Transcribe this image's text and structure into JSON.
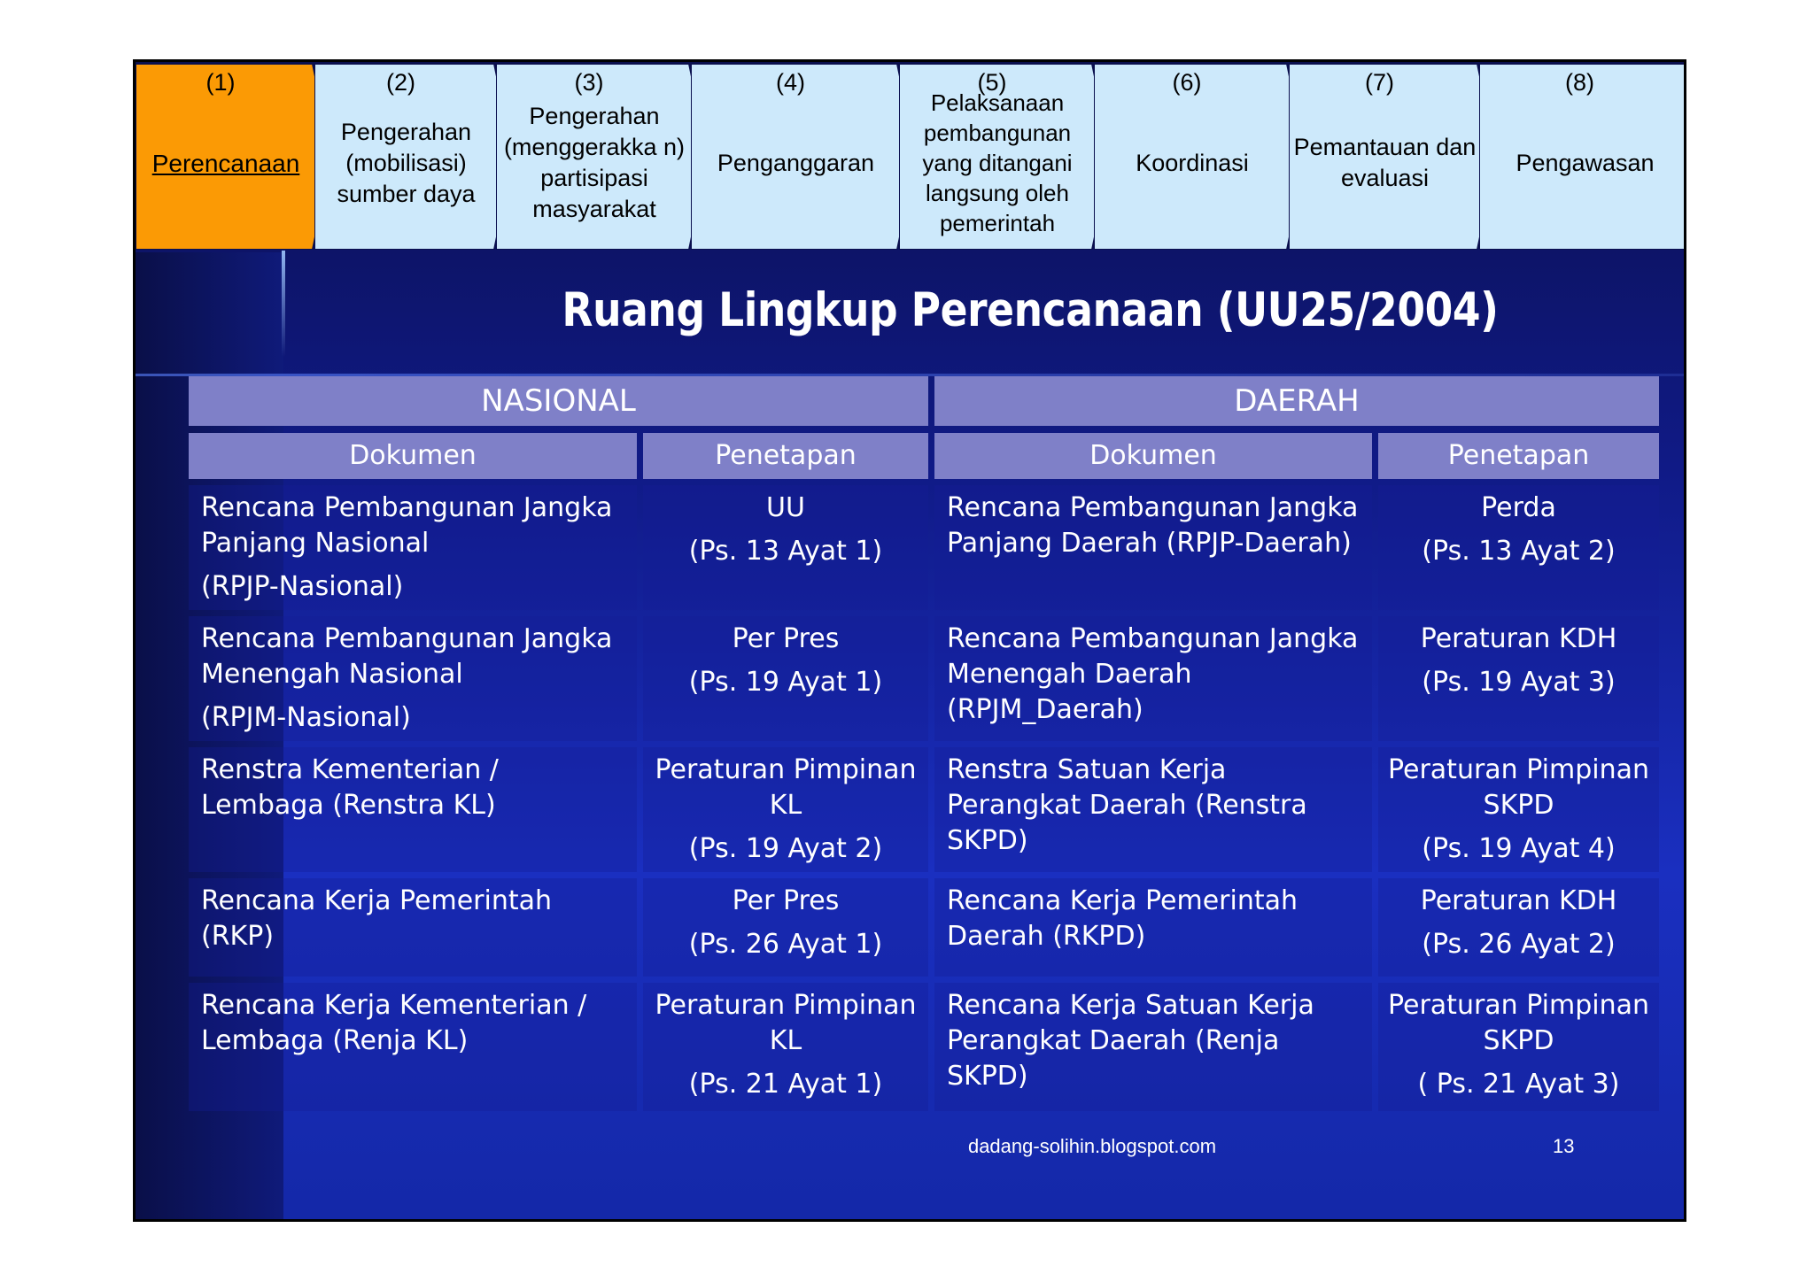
{
  "steps": [
    {
      "num": "(1)",
      "label": "Perencanaan"
    },
    {
      "num": "(2)",
      "label": "Pengerahan (mobilisasi) sumber daya"
    },
    {
      "num": "(3)",
      "label": "Pengerahan (menggerakka n) partisipasi masyarakat"
    },
    {
      "num": "(4)",
      "label": "Penganggaran"
    },
    {
      "num": "(5)",
      "label": "Pelaksanaan pembangunan yang ditangani langsung oleh pemerintah"
    },
    {
      "num": "(6)",
      "label": "Koordinasi"
    },
    {
      "num": "(7)",
      "label": "Pemantauan dan evaluasi"
    },
    {
      "num": "(8)",
      "label": "Pengawasan"
    }
  ],
  "title": "Ruang Lingkup Perencanaan (UU25/2004)",
  "headers": {
    "nasional": "NASIONAL",
    "daerah": "DAERAH",
    "dokumen": "Dokumen",
    "penetapan": "Penetapan"
  },
  "rows": [
    {
      "nas_doc": [
        "Rencana Pembangunan Jangka Panjang Nasional",
        "(RPJP-Nasional)"
      ],
      "nas_pen": [
        "UU",
        "(Ps. 13 Ayat 1)"
      ],
      "dae_doc": [
        "Rencana Pembangunan Jangka Panjang Daerah (RPJP-Daerah)"
      ],
      "dae_pen": [
        "Perda",
        "(Ps. 13 Ayat 2)"
      ]
    },
    {
      "nas_doc": [
        "Rencana Pembangunan Jangka Menengah Nasional",
        "(RPJM-Nasional)"
      ],
      "nas_pen": [
        "Per Pres",
        "(Ps. 19 Ayat 1)"
      ],
      "dae_doc": [
        "Rencana Pembangunan Jangka Menengah Daerah (RPJM_Daerah)"
      ],
      "dae_pen": [
        "Peraturan KDH",
        "(Ps. 19 Ayat 3)"
      ]
    },
    {
      "nas_doc": [
        "Renstra Kementerian / Lembaga (Renstra KL)"
      ],
      "nas_pen": [
        "Peraturan Pimpinan KL",
        "(Ps. 19 Ayat 2)"
      ],
      "dae_doc": [
        "Renstra Satuan Kerja Perangkat Daerah (Renstra SKPD)"
      ],
      "dae_pen": [
        "Peraturan Pimpinan SKPD",
        "(Ps. 19 Ayat 4)"
      ]
    },
    {
      "nas_doc": [
        "Rencana Kerja Pemerintah (RKP)"
      ],
      "nas_pen": [
        "Per Pres",
        "(Ps. 26 Ayat 1)"
      ],
      "dae_doc": [
        "Rencana Kerja Pemerintah Daerah (RKPD)"
      ],
      "dae_pen": [
        "Peraturan KDH",
        "(Ps. 26 Ayat 2)"
      ]
    },
    {
      "nas_doc": [
        "Rencana Kerja Kementerian / Lembaga (Renja KL)"
      ],
      "nas_pen": [
        "Peraturan Pimpinan KL",
        "(Ps. 21 Ayat 1)"
      ],
      "dae_doc": [
        "Rencana Kerja Satuan Kerja Perangkat Daerah (Renja SKPD)"
      ],
      "dae_pen": [
        "Peraturan Pimpinan SKPD",
        "( Ps. 21 Ayat 3)"
      ]
    }
  ],
  "footer": {
    "url": "dadang-solihin.blogspot.com",
    "page": "13"
  },
  "colors": {
    "active_step": "#fb9a05",
    "step": "#cde9fb",
    "header": "#7f80c8",
    "background": "#101a86"
  }
}
